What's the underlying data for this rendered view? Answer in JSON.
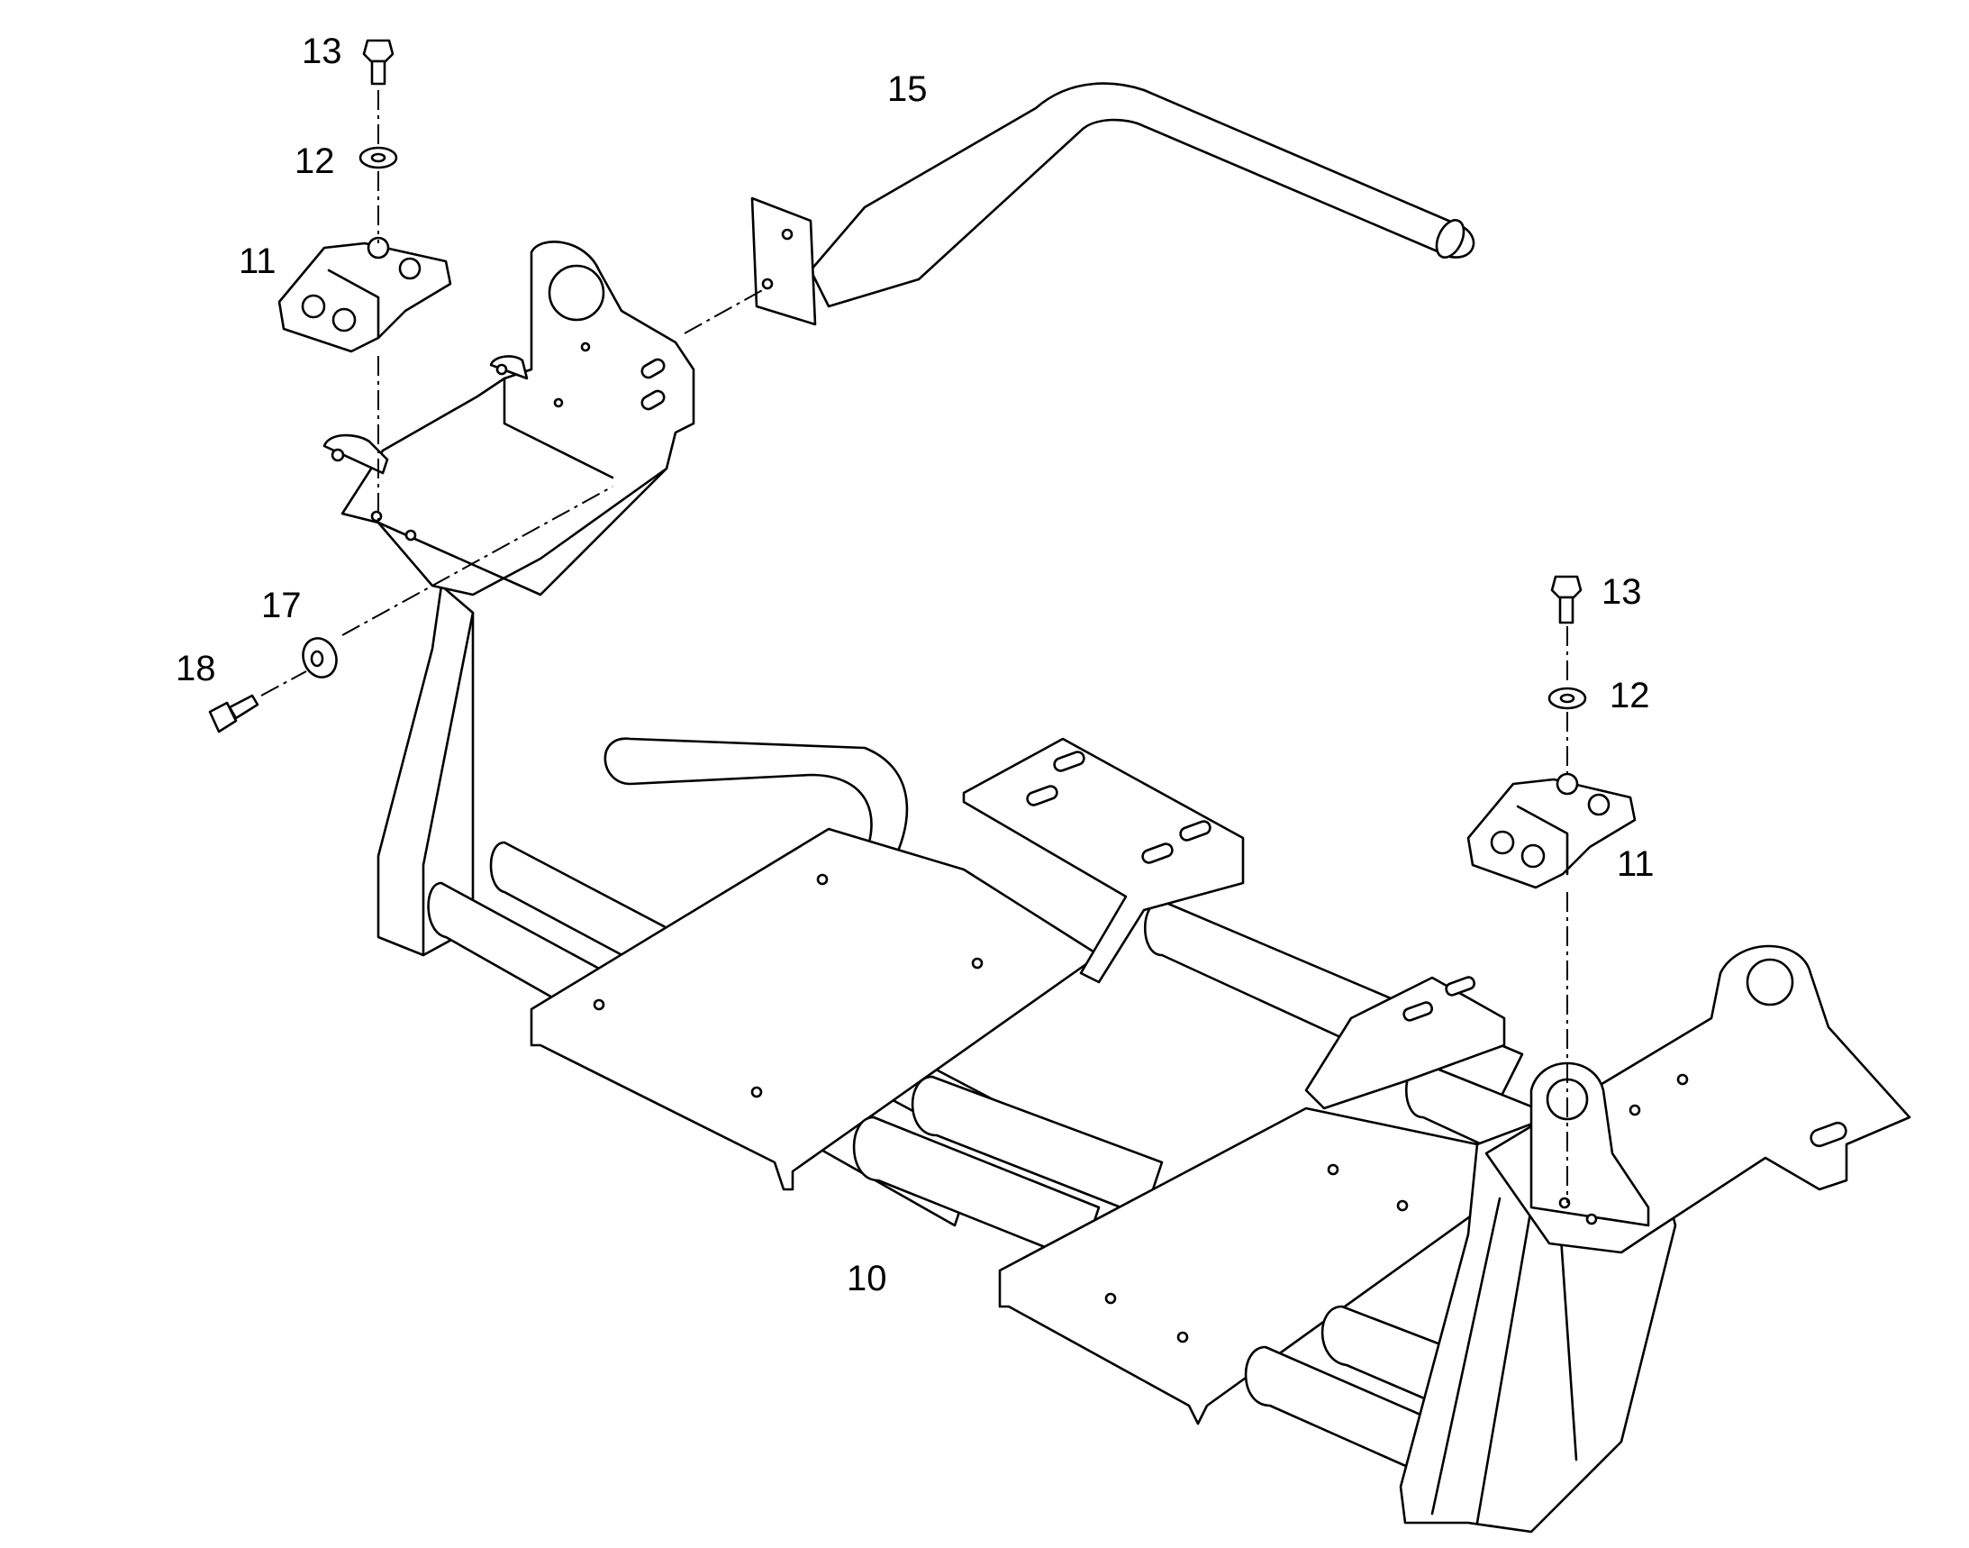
{
  "diagram": {
    "callouts": [
      {
        "id": "c13a",
        "label": "13"
      },
      {
        "id": "c12a",
        "label": "12"
      },
      {
        "id": "c11a",
        "label": "11"
      },
      {
        "id": "c15",
        "label": "15"
      },
      {
        "id": "c17",
        "label": "17"
      },
      {
        "id": "c18",
        "label": "18"
      },
      {
        "id": "c13b",
        "label": "13"
      },
      {
        "id": "c12b",
        "label": "12"
      },
      {
        "id": "c11b",
        "label": "11"
      },
      {
        "id": "c10",
        "label": "10"
      }
    ]
  }
}
